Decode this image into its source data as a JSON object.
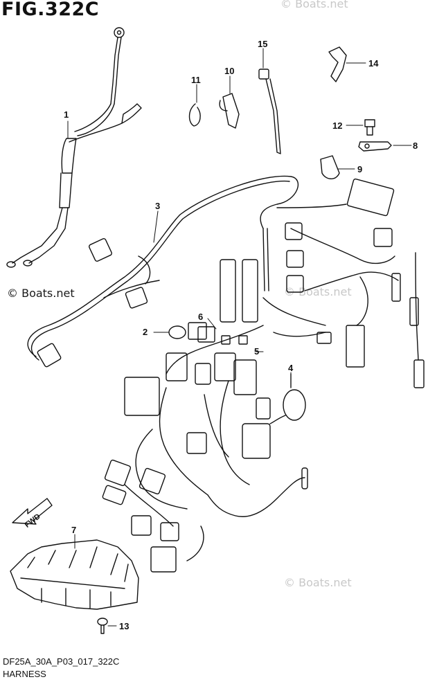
{
  "figure": {
    "title": "FIG.322C",
    "code": "DF25A_30A_P03_017_322C",
    "name": "HARNESS"
  },
  "watermarks": {
    "main": "© Boats.net",
    "faint_top": "© Boats.net",
    "faint_mid": "© Boats.net",
    "faint_bottom": "© Boats.net"
  },
  "fwd_label": "FWD",
  "callouts": [
    "1",
    "2",
    "3",
    "4",
    "5",
    "6",
    "7",
    "8",
    "9",
    "10",
    "11",
    "12",
    "13",
    "14",
    "15"
  ]
}
